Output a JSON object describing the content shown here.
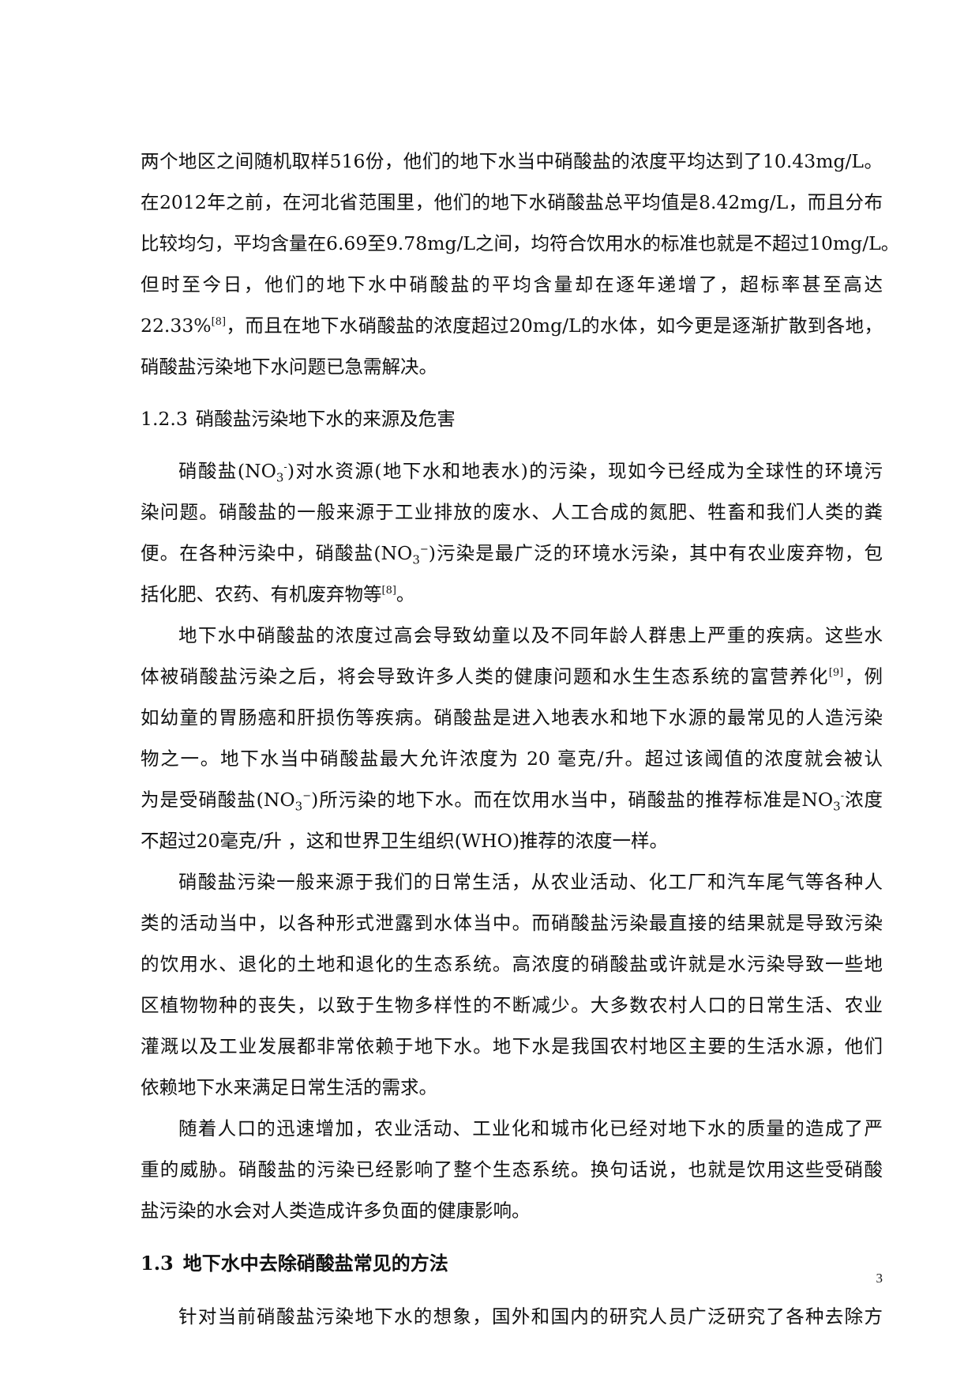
{
  "paragraph_top": {
    "lines": [
      "两个地区之间随机取样516份，他们的地下水当中硝酸盐的浓度平均达到了10.43mg/L。",
      "在2012年之前，在河北省范围里，他们的地下水硝酸盐总平均值是8.42mg/L，而且分布",
      "比较均匀，平均含量在6.69至9.78mg/L之间，均符合饮用水的标准也就是不超过10mg/L。",
      "但时至今日，他们的地下水中硝酸盐的平均含量却在逐年递增了，超标率甚至高达"
    ],
    "line5_before_sup": "22.33%",
    "line5_sup": "[8]",
    "line5_after_sup": "，而且在地下水硝酸盐的浓度超过20mg/L的水体，如今更是逐渐扩散到各地，",
    "line6": "硝酸盐污染地下水问题已急需解决。"
  },
  "section_1_2_3": {
    "number": "1.2.3",
    "title": "硝酸盐污染地下水的来源及危害"
  },
  "paragraph_1": {
    "l1_before": "硝酸盐(NO",
    "l1_sub": "3",
    "l1_sup": "-",
    "l1_after": ")对水资源(地下水和地表水)的污染，现如今已经成为全球性的环境污",
    "l2": "染问题。硝酸盐的一般来源于工业排放的废水、人工合成的氮肥、牲畜和我们人类的粪",
    "l3_before": "便。在各种污染中，硝酸盐(NO",
    "l3_sub": "3",
    "l3_sup": "−",
    "l3_after": ")污染是最广泛的环境水污染，其中有农业废弃物，包",
    "l4_before": "括化肥、农药、有机废弃物等",
    "l4_sup": "[8]",
    "l4_after": "。"
  },
  "paragraph_2": {
    "l1": "地下水中硝酸盐的浓度过高会导致幼童以及不同年龄人群患上严重的疾病。这些水",
    "l2_before": "体被硝酸盐污染之后，将会导致许多人类的健康问题和水生生态系统的富营养化",
    "l2_sup": "[9]",
    "l2_after": "，例",
    "l3": "如幼童的胃肠癌和肝损伤等疾病。硝酸盐是进入地表水和地下水源的最常见的人造污染",
    "l4": "物之一。地下水当中硝酸盐最大允许浓度为 20 毫克/升。超过该阈值的浓度就会被认",
    "l5_before": "为是受硝酸盐(NO",
    "l5_sub": "3",
    "l5_sup": "−",
    "l5_middle": ")所污染的地下水。而在饮用水当中，硝酸盐的推荐标准是NO",
    "l5_sub2": "3",
    "l5_sup2": "-",
    "l5_after": "浓度",
    "l6": "不超过20毫克/升 ，这和世界卫生组织(WHO)推荐的浓度一样。"
  },
  "paragraph_3": {
    "lines": [
      "硝酸盐污染一般来源于我们的日常生活，从农业活动、化工厂和汽车尾气等各种人",
      "类的活动当中，以各种形式泄露到水体当中。而硝酸盐污染最直接的结果就是导致污染",
      "的饮用水、退化的土地和退化的生态系统。高浓度的硝酸盐或许就是水污染导致一些地",
      "区植物物种的丧失，以致于生物多样性的不断减少。大多数农村人口的日常生活、农业",
      "灌溉以及工业发展都非常依赖于地下水。地下水是我国农村地区主要的生活水源，他们",
      "依赖地下水来满足日常生活的需求。"
    ]
  },
  "paragraph_4": {
    "lines": [
      "随着人口的迅速增加，农业活动、工业化和城市化已经对地下水的质量的造成了严",
      "重的威胁。硝酸盐的污染已经影响了整个生态系统。换句话说，也就是饮用这些受硝酸",
      "盐污染的水会对人类造成许多负面的健康影响。"
    ]
  },
  "section_1_3": {
    "number": "1.3",
    "title": "地下水中去除硝酸盐常见的方法"
  },
  "paragraph_5": {
    "l1": "针对当前硝酸盐污染地下水的想象，国外和国内的研究人员广泛研究了各种去除方"
  },
  "footer": {
    "page_number": "3"
  }
}
